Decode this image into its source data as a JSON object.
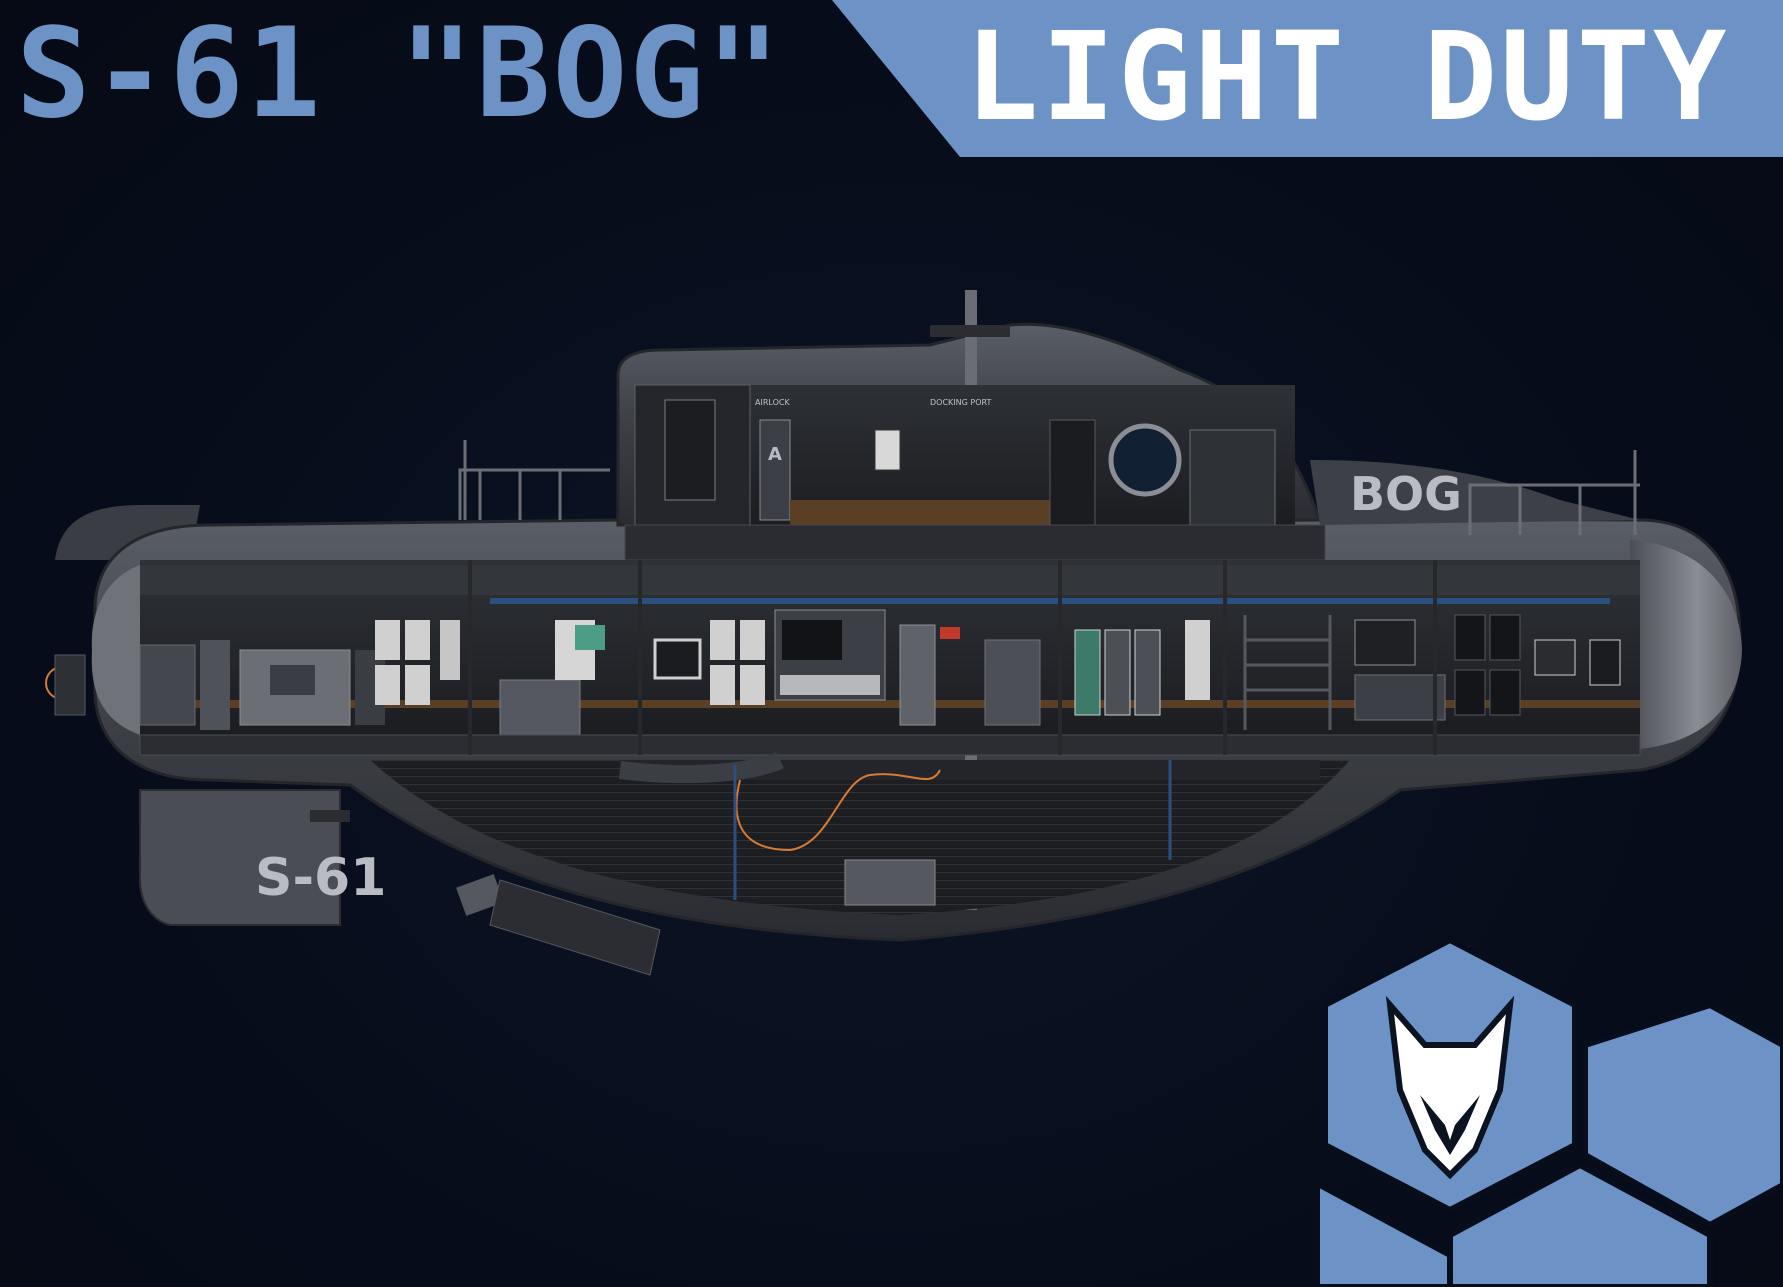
{
  "header": {
    "ship_name": "S-61 \"BOG\"",
    "duty_class": "LIGHT DUTY"
  },
  "hull_markings": {
    "tower_tag": "BOG",
    "stern_tag": "S-61"
  },
  "interior_signs": {
    "airlock": "AIRLOCK",
    "docking_port": "DOCKING PORT",
    "locker_letter": "A"
  },
  "colors": {
    "background": "#070d1b",
    "accent": "#6c92c6",
    "banner_text": "#ffffff",
    "hull": "#45484e"
  },
  "icons": {
    "faction_logo": "fox-emblem-icon"
  }
}
